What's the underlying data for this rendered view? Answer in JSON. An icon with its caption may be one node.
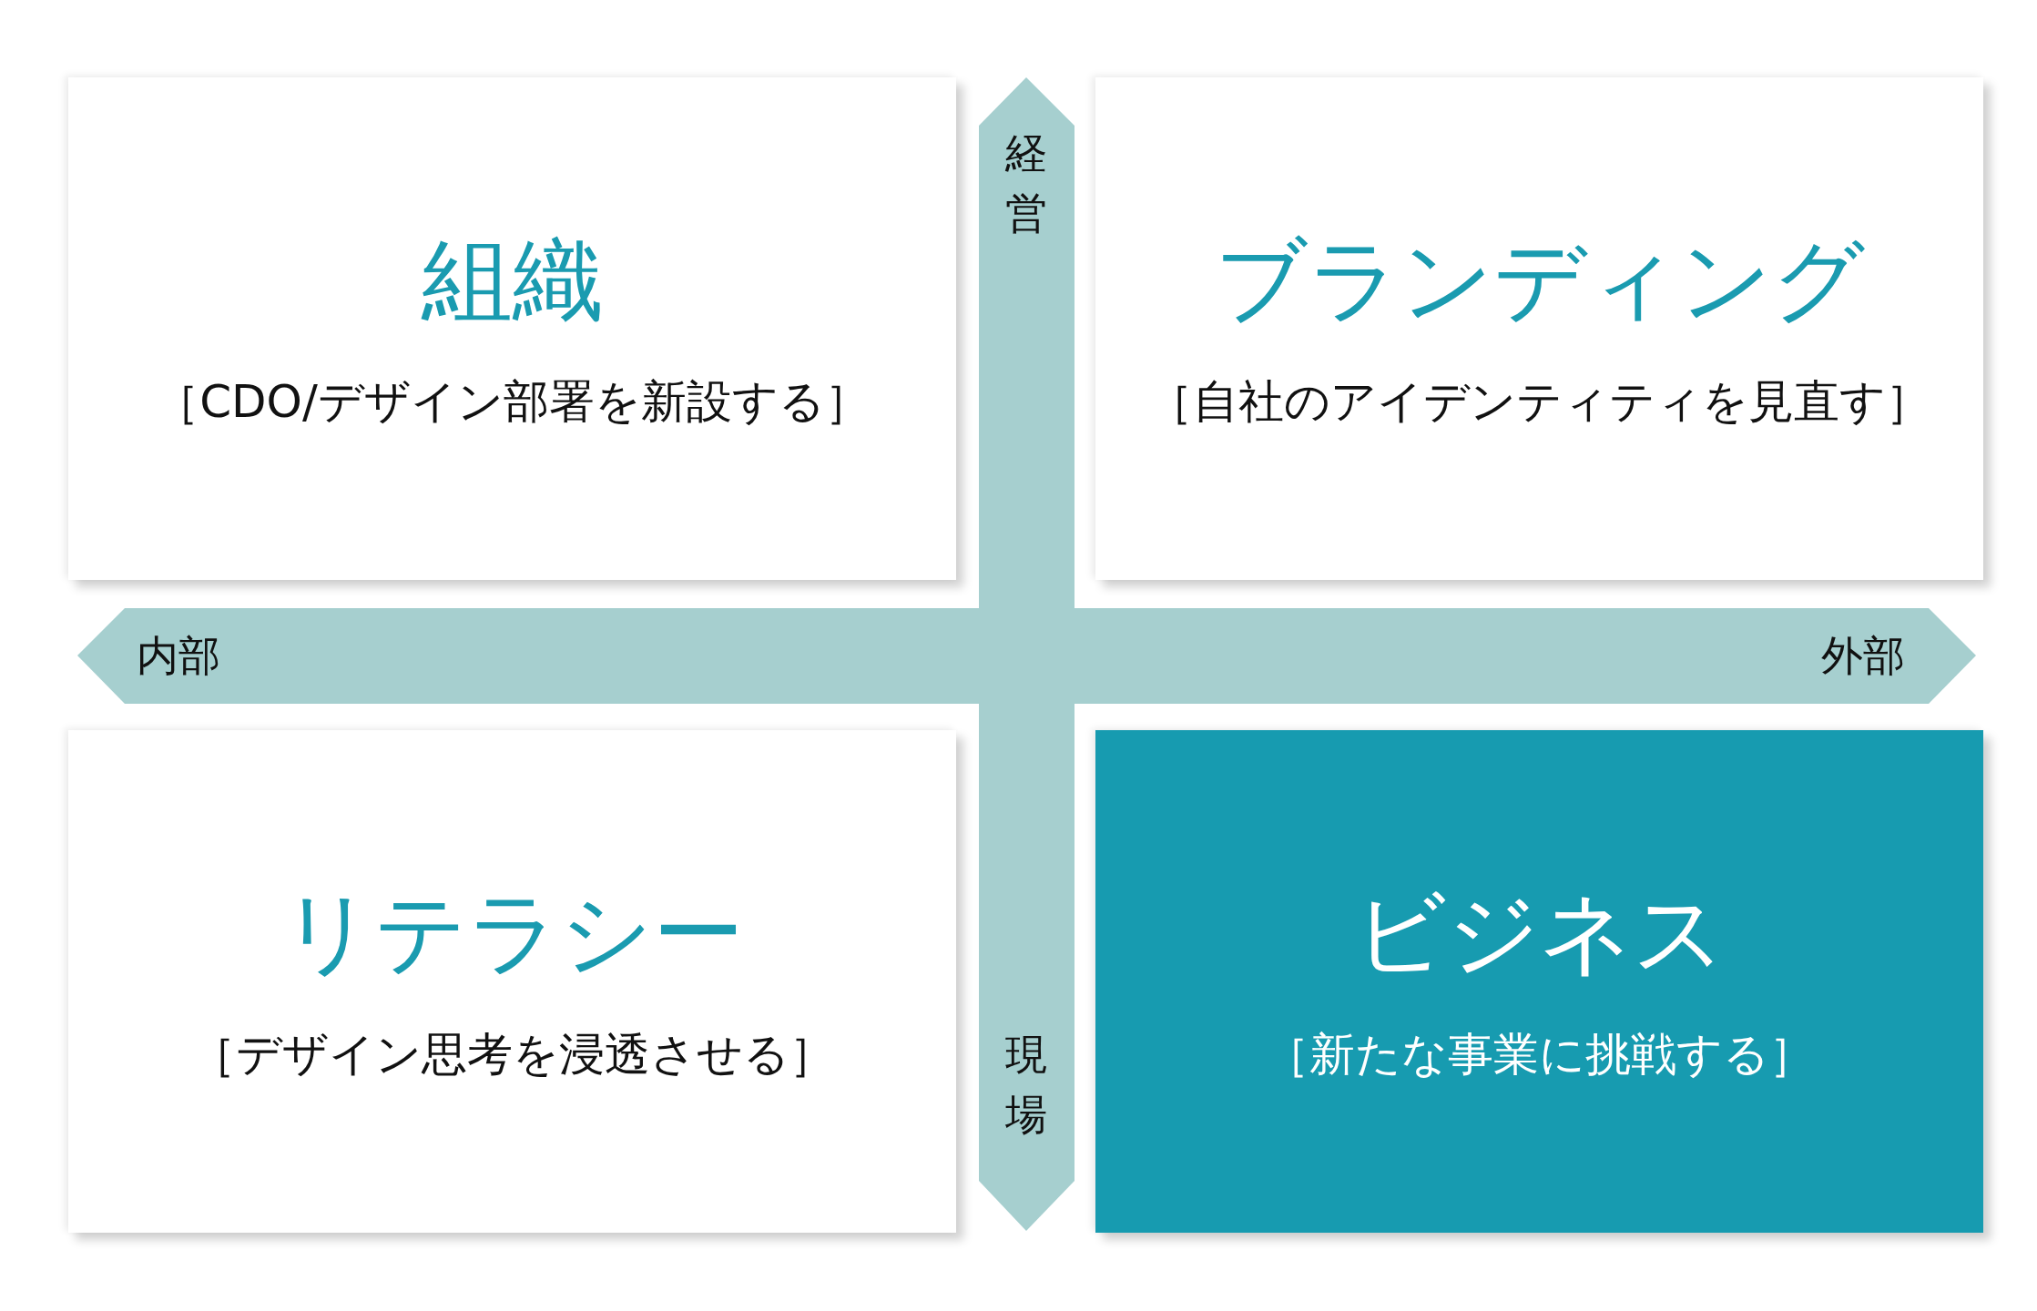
{
  "diagram": {
    "nodes": [
      {
        "text": [
          "組織",
          "［CDO/デザイン部署を新設する］"
        ]
      },
      {
        "text": [
          "ブランディング",
          "［自社のアイデンティティを見直す］"
        ]
      },
      {
        "text": [
          "リテラシー",
          "［デザイン思考を浸透させる］"
        ]
      },
      {
        "text": [
          "ビジネス",
          "［新たな事業に挑戦する］"
        ]
      }
    ],
    "edges": [],
    "labels": [
      "経営",
      "内部",
      "外部",
      "現場"
    ]
  }
}
